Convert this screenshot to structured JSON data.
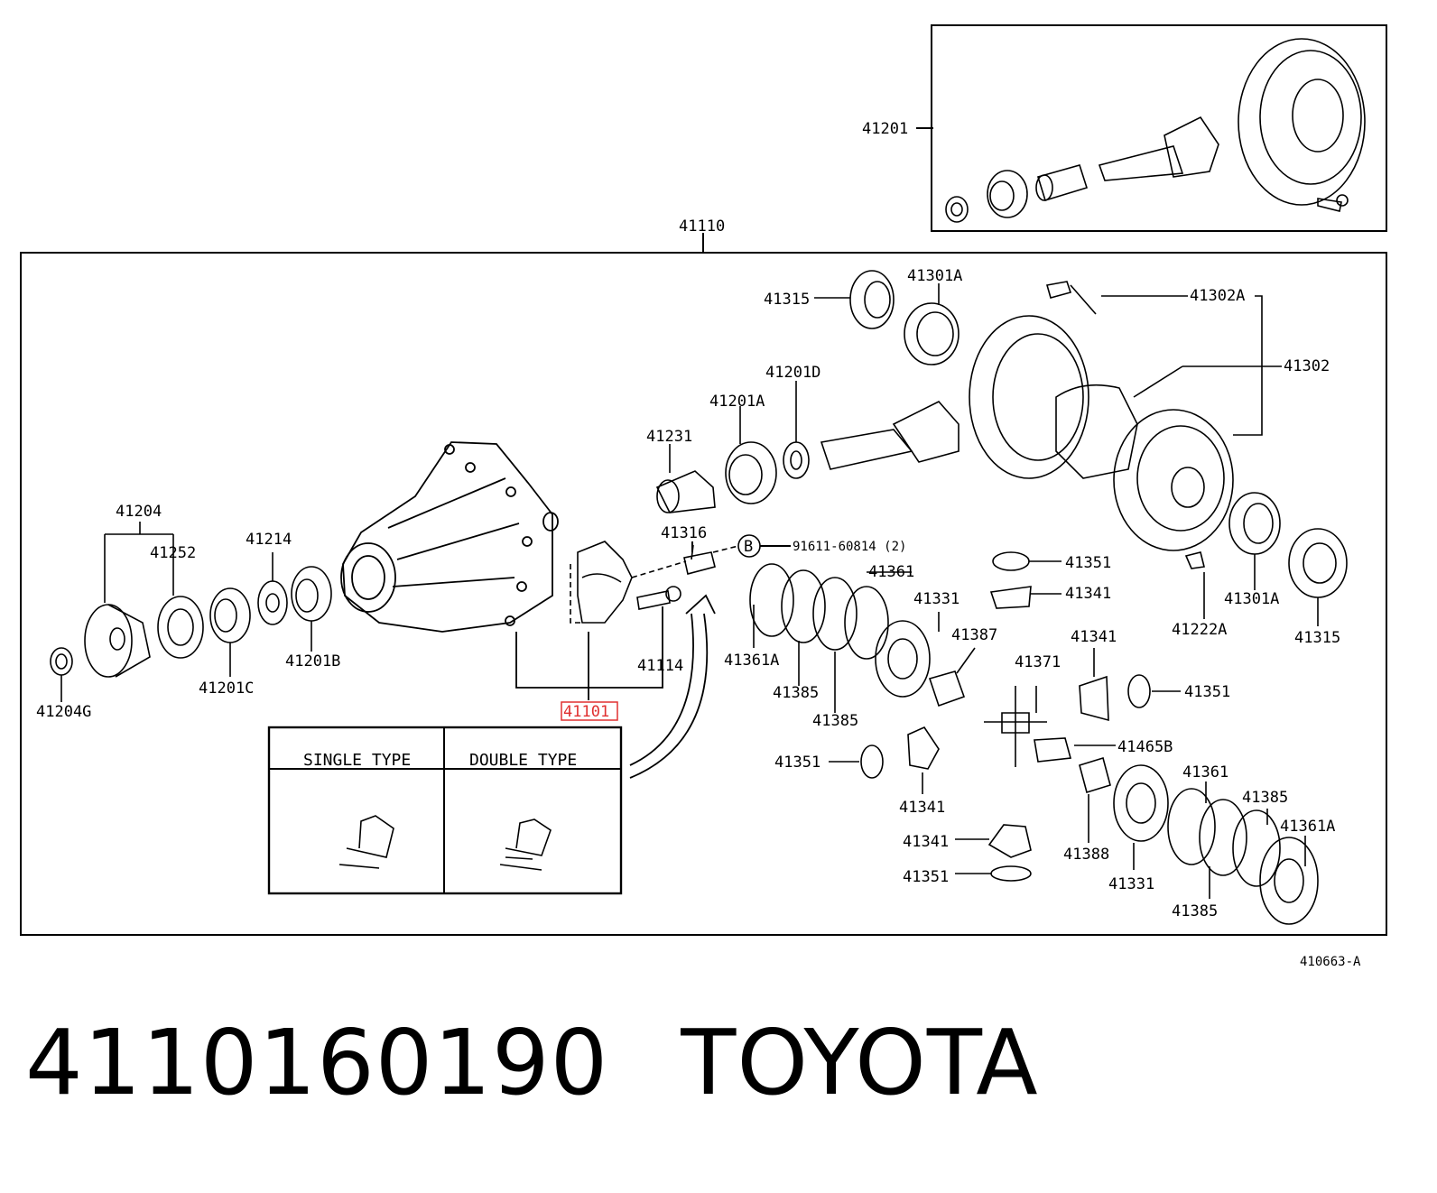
{
  "diagram": {
    "callouts": {
      "c41201": "41201",
      "c41110": "41110",
      "c41315a": "41315",
      "c41301Aa": "41301A",
      "c41302A": "41302A",
      "c41302": "41302",
      "c41201D": "41201D",
      "c41201A": "41201A",
      "c41231": "41231",
      "c41204": "41204",
      "c41252": "41252",
      "c41214": "41214",
      "c41316": "41316",
      "cB": "B",
      "c91611": "91611-60814 (2)",
      "c41361a": "41361",
      "c41351a": "41351",
      "c41341a": "41341",
      "c41331a": "41331",
      "c41204G": "41204G",
      "c41201C": "41201C",
      "c41201B": "41201B",
      "c41114": "41114",
      "c41101": "41101",
      "c41361Aa": "41361A",
      "c41385a": "41385",
      "c41385b": "41385",
      "c41387": "41387",
      "c41371": "41371",
      "c41341b": "41341",
      "c41351b": "41351",
      "c41222A": "41222A",
      "c41301Ab": "41301A",
      "c41315b": "41315",
      "c41465B": "41465B",
      "c41351c": "41351",
      "c41341c": "41341",
      "c41361b": "41361",
      "c41385c": "41385",
      "c41361Ab": "41361A",
      "c41341d": "41341",
      "c41388": "41388",
      "c41351d": "41351",
      "c41331b": "41331",
      "c41385d": "41385",
      "ref": "410663-A"
    },
    "type_table": {
      "single_header": "SINGLE TYPE",
      "double_header": "DOUBLE TYPE"
    },
    "highlight_color": "#e03030"
  },
  "title": {
    "part_number": "4110160190",
    "brand": "TOYOTA"
  }
}
